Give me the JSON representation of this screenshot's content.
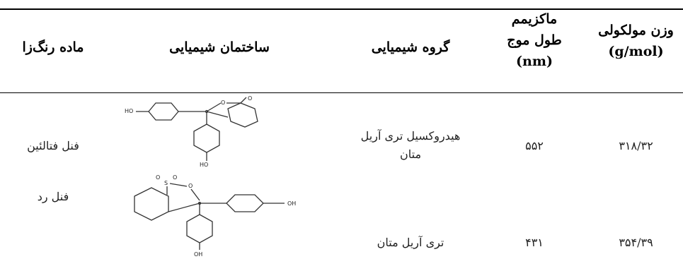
{
  "table": {
    "headers": {
      "dye": "ماده رنگ‌زا",
      "structure": "ساختمان شیمیایی",
      "group": "گروه شیمیایی",
      "wavelength_line1": "ماکزیمم",
      "wavelength_line2": "طول موج",
      "wavelength_line3": "(nm)",
      "mw_line1": "وزن مولکولی",
      "mw_line2": "(g/mol)"
    },
    "rows": [
      {
        "dye": "فنل فتالئین",
        "group_line1": "هیدروکسیل تری آریل",
        "group_line2": "متان",
        "wavelength": "۵۵۲",
        "mw": "۳۱۸/۳۲"
      },
      {
        "dye": "فنل رد",
        "group_line1": "تری آریل متان",
        "wavelength": "۴۳۱",
        "mw": "۳۵۴/۳۹"
      }
    ],
    "structure_labels": {
      "ho": "HO",
      "oh": "OH",
      "o": "O",
      "s": "S"
    }
  }
}
